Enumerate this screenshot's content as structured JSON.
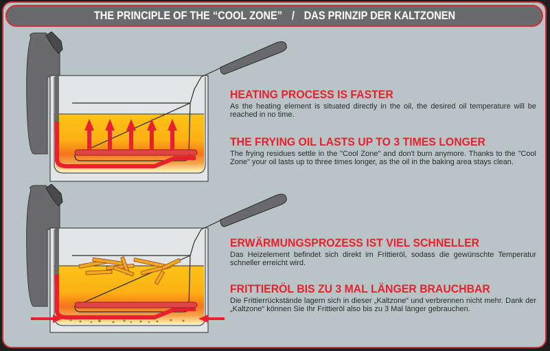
{
  "header": {
    "title_en": "THE PRINCIPLE OF THE “COOL ZONE”",
    "separator": "/",
    "title_de": "DAS PRINZIP DER KALTZONEN"
  },
  "sections": [
    {
      "heading": "HEATING PROCESS IS FASTER",
      "body": "As the heating element is situated directly in the oil, the desired oil temperature will be reached in no time."
    },
    {
      "heading": "THE FRYING OIL LASTS UP TO 3 TIMES LONGER",
      "body": "The frying residues settle in the \"Cool Zone\" and don't burn anymore. Thanks to the \"Cool Zone\" your oil lasts up to three times longer, as the oil in the baking area stays clean."
    },
    {
      "heading": "ERWÄRMUNGSPROZESS IST VIEL SCHNELLER",
      "body": "Das Heizelement befindet sich direkt im Frittieröl, sodass die gewünschte Temperatur schneller erreicht wird."
    },
    {
      "heading": "FRITTIERÖL BIS ZU 3 MAL LÄNGER BRAUCHBAR",
      "body": "Die Frittierrückstände lagern sich in dieser „Kaltzone“ und verbrennen nicht mehr. Dank der „Kaltzone“ können Sie Ihr Frittieröl also bis zu 3 Mal länger gebrauchen."
    }
  ],
  "illustrations": [
    {
      "name": "fryer-heating-arrows",
      "arrow_count": 5
    },
    {
      "name": "fryer-cool-zone-fries",
      "indicator_arrows": 2
    }
  ],
  "colors": {
    "accent_red": "#e8212e",
    "panel_bg": "#b9c4c7",
    "header_bg": "#6a6a6c",
    "oil_yellow": "#fdc316",
    "oil_orange": "#f07a1c",
    "cool_zone": "#fdf5b8"
  }
}
